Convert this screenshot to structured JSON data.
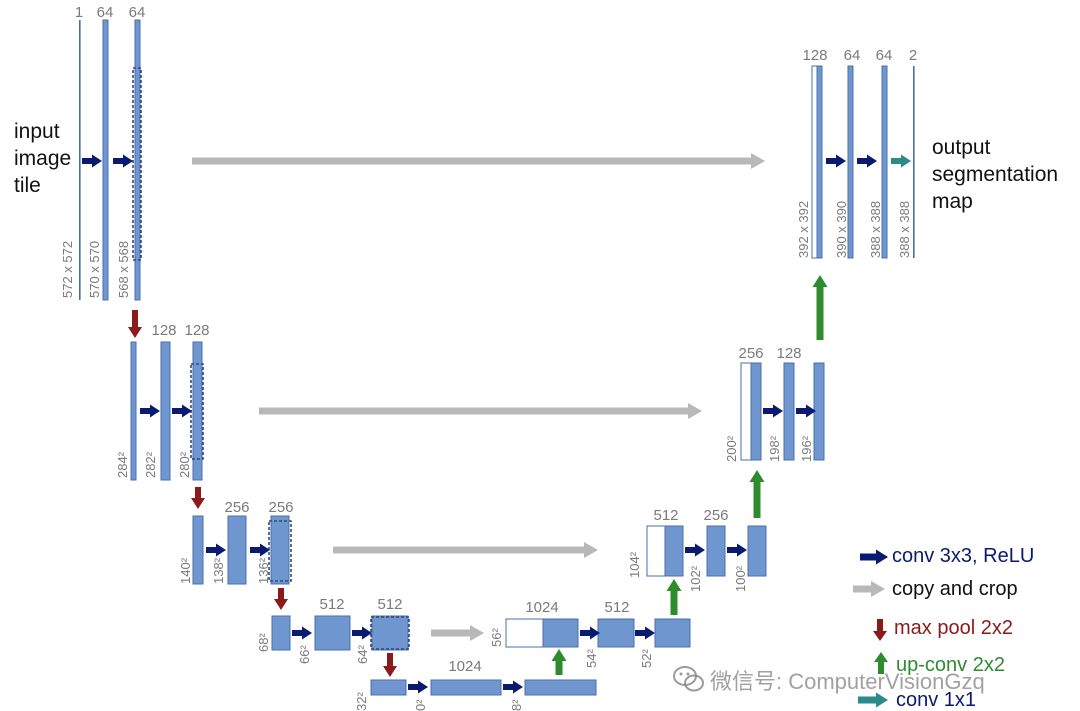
{
  "colors": {
    "block_fill": "#7096cf",
    "block_stroke": "#4a6fa8",
    "conv_arrow": "#0a1a6e",
    "copy_arrow": "#b8b8b8",
    "pool_arrow": "#8b1a1a",
    "upconv_arrow": "#2e8b2e",
    "conv1x1_arrow": "#2b8a8a",
    "label_gray": "#7a7a7a"
  },
  "input_label": [
    "input",
    "image",
    "tile"
  ],
  "output_label": [
    "output",
    "segmentation",
    "map"
  ],
  "channel_labels": [
    "1",
    "64",
    "64",
    "128",
    "128",
    "256",
    "256",
    "512",
    "512",
    "1024",
    "1024",
    "512",
    "512",
    "256",
    "256",
    "128",
    "128",
    "64",
    "64",
    "2"
  ],
  "dim_labels": [
    "572 x 572",
    "570 x 570",
    "568 x 568",
    "284²",
    "282²",
    "280²",
    "140²",
    "138²",
    "136²",
    "68²",
    "66²",
    "64²",
    "32²",
    "0²",
    "8²",
    "56²",
    "54²",
    "52²",
    "104²",
    "102²",
    "100²",
    "200²",
    "198²",
    "196²",
    "392 x 392",
    "390 x 390",
    "388 x 388",
    "388 x 388"
  ],
  "legend": [
    {
      "label": "conv 3x3, ReLU",
      "arrow": "conv"
    },
    {
      "label": "copy and crop",
      "arrow": "copy"
    },
    {
      "label": "max pool 2x2",
      "arrow": "pool"
    },
    {
      "label": "up-conv 2x2",
      "arrow": "upconv"
    },
    {
      "label": "conv 1x1",
      "arrow": "conv1x1"
    }
  ],
  "watermark": "微信号: ComputerVisionGzq"
}
